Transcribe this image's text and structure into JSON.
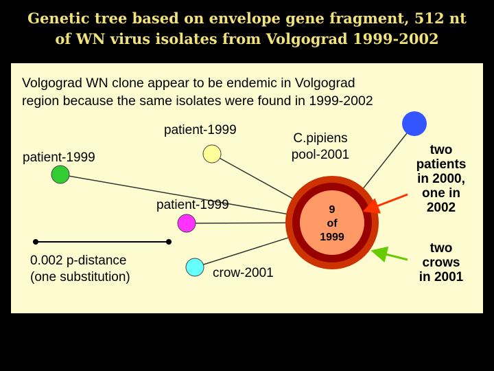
{
  "slide": {
    "title_line1": "Genetic tree based on envelope gene fragment, 512 nt",
    "title_line2": "of WN virus isolates from Volgograd 1999-2002",
    "intro_line1": "Volgograd WN clone appear to be endemic in Volgograd",
    "intro_line2": "region because the same isolates were found in 1999-2002"
  },
  "tree": {
    "labels": {
      "patient_top": "patient-1999",
      "patient_left": "patient-1999",
      "patient_mid": "patient-1999",
      "pipiens_line1": "C.pipiens",
      "pipiens_line2": "pool-2001",
      "crow": "crow-2001",
      "center_line1": "9",
      "center_line2": "of",
      "center_line3": "1999"
    },
    "scale": {
      "line1": "0.002 p-distance",
      "line2": "(one substitution)"
    },
    "notes": {
      "patients_line1": "two",
      "patients_line2": "patients",
      "patients_line3": "in 2000,",
      "patients_line4": "one in",
      "patients_line5": "2002",
      "crows_line1": "two",
      "crows_line2": "crows",
      "crows_line3": "in 2001"
    },
    "colors": {
      "green_node": "#33cc33",
      "yellow_node": "#ffff99",
      "magenta_node": "#ff33ff",
      "cyan_node": "#66ffff",
      "blue_node": "#3355ff",
      "ring_outer": "#cc3300",
      "ring_inner": "#990000",
      "ring_core": "#ff9966",
      "red_arrow": "#ff3300",
      "green_arrow": "#66cc00"
    }
  }
}
